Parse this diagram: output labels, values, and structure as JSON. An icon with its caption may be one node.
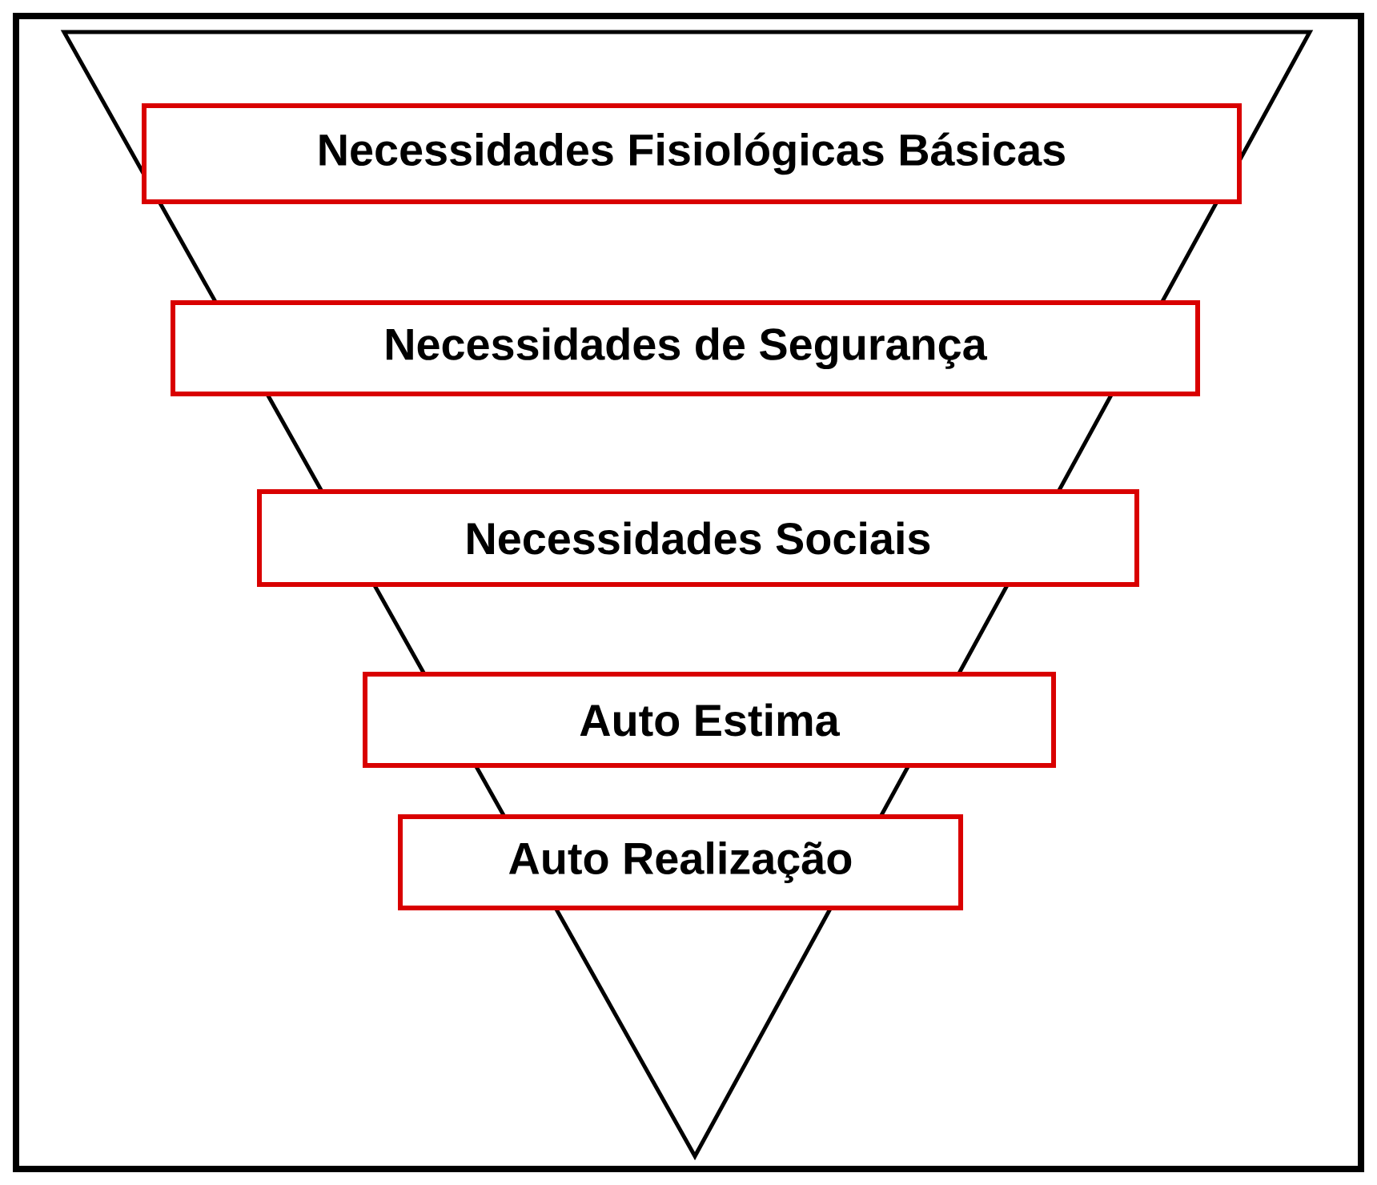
{
  "diagram": {
    "nodes": [
      {
        "text": [
          "Necessidades Fisiológicas Básicas"
        ]
      },
      {
        "text": [
          "Necessidades de Segurança"
        ]
      },
      {
        "text": [
          "Necessidades Sociais"
        ]
      },
      {
        "text": [
          "Auto Estima"
        ]
      },
      {
        "text": [
          "Auto Realização"
        ]
      }
    ]
  }
}
